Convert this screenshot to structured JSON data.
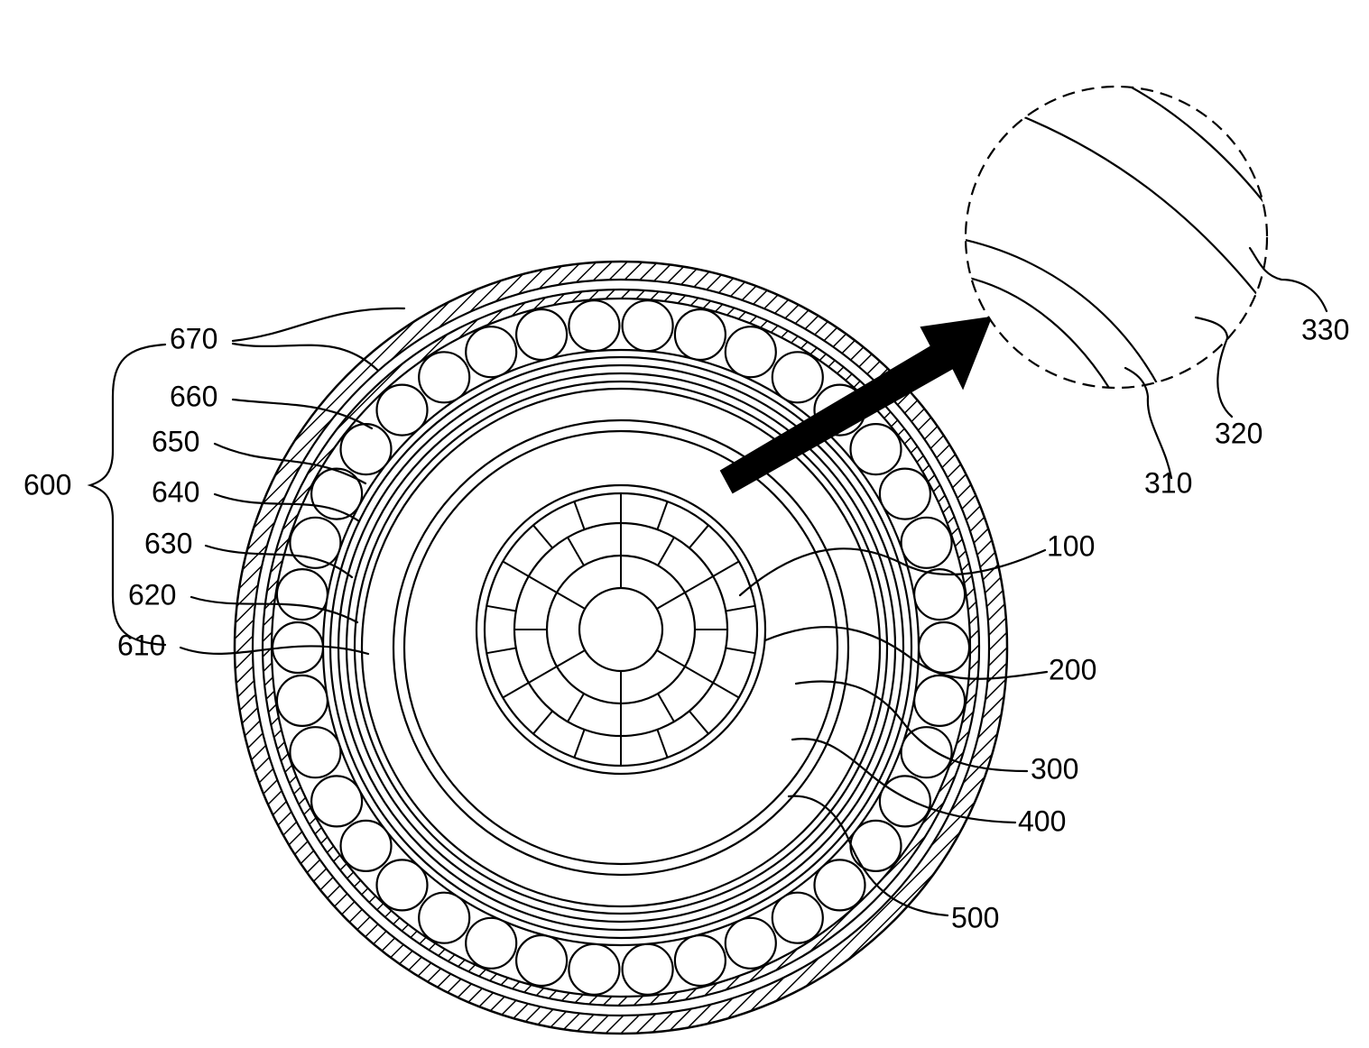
{
  "figure": {
    "labels": {
      "l600": "600",
      "l670": "670",
      "l660": "660",
      "l650": "650",
      "l640": "640",
      "l630": "630",
      "l620": "620",
      "l610": "610",
      "l100": "100",
      "l200": "200",
      "l300": "300",
      "l400": "400",
      "l500": "500",
      "l310": "310",
      "l320": "320",
      "l330": "330"
    },
    "colors": {
      "line": "#000000",
      "background": "#ffffff"
    }
  }
}
